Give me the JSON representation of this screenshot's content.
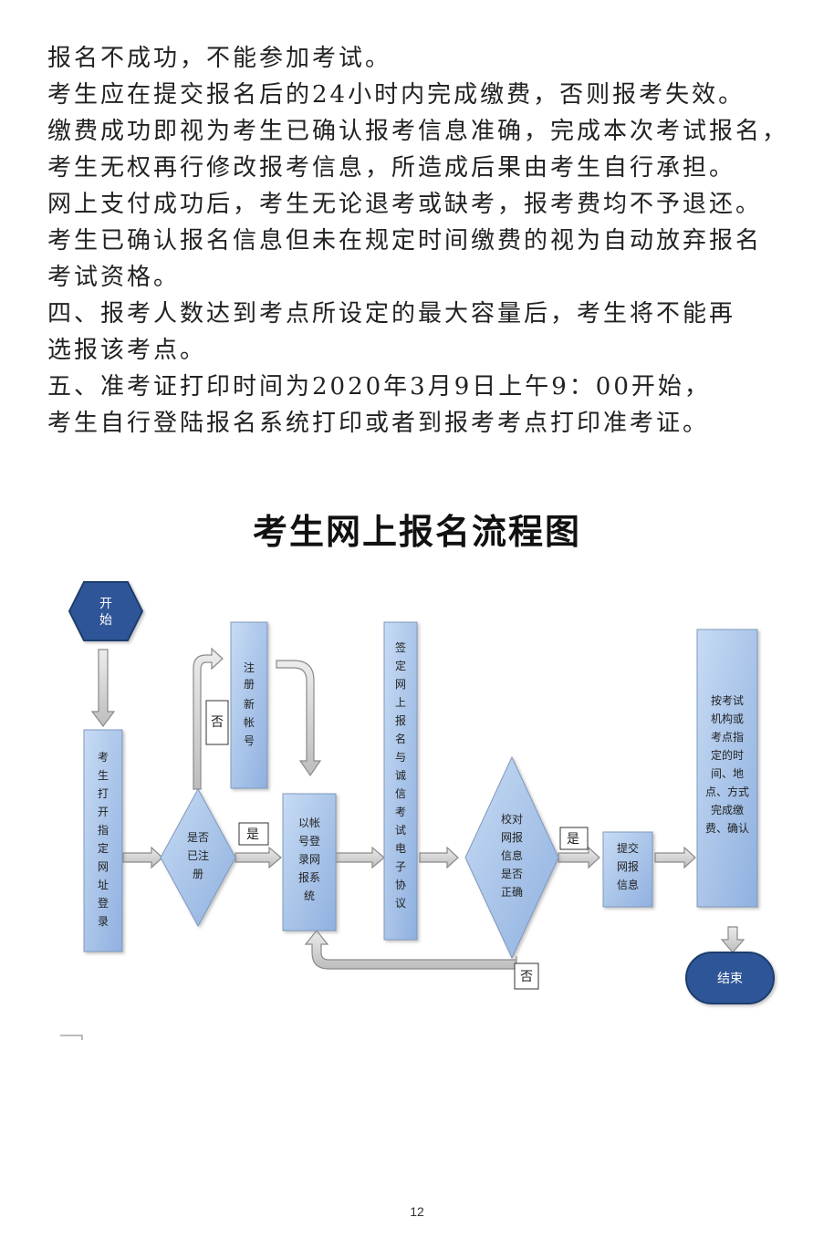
{
  "doc": {
    "lines": [
      {
        "text": "报名不成功，不能参加考试。"
      },
      {
        "text": "    考生应在提交报名后的24小时内完成缴费，否则报考失效。"
      },
      {
        "text": "缴费成功即视为考生已确认报考信息准确，完成本次考试报名，"
      },
      {
        "text": "考生无权再行修改报考信息，所造成后果由考生自行承担。"
      },
      {
        "text": "    网上支付成功后，考生无论退考或缺考，报考费均不予退还。"
      },
      {
        "text": "考生已确认报名信息但未在规定时间缴费的视为自动放弃报名"
      },
      {
        "text": "考试资格。"
      },
      {
        "text": "    四、报考人数达到考点所设定的最大容量后，考生将不能再"
      },
      {
        "text": "选报该考点。"
      },
      {
        "text": "    五、准考证打印时间为2020年3月9日上午9：00开始，"
      },
      {
        "text": "考生自行登陆报名系统打印或者到报考考点打印准考证。"
      }
    ]
  },
  "flowchart": {
    "title": "考生网上报名流程图",
    "start": [
      "开",
      "始"
    ],
    "open_site": [
      "考",
      "生",
      "打",
      "开",
      "指",
      "定",
      "网",
      "址",
      "登",
      "录"
    ],
    "is_registered": [
      "是否",
      "已注",
      "册"
    ],
    "register": [
      "注",
      "册",
      "新",
      "帐",
      "号"
    ],
    "login": [
      "以帐",
      "号登",
      "录网",
      "报系",
      "统"
    ],
    "agreement": [
      "签",
      "定",
      "网",
      "上",
      "报",
      "名",
      "与",
      "诚",
      "信",
      "考",
      "试",
      "电",
      "子",
      "协",
      "议"
    ],
    "check_info": [
      "校对",
      "网报",
      "信息",
      "是否",
      "正确"
    ],
    "submit": [
      "提交",
      "网报",
      "信息"
    ],
    "pay": [
      "按考试",
      "机构或",
      "考点指",
      "定的时",
      "间、地",
      "点、方式",
      "完成缴",
      "费、确认"
    ],
    "end": "结束",
    "label_yes": "是",
    "label_no": "否"
  },
  "page_number": "12",
  "colors": {
    "node_fill": "#a9c5ea",
    "node_stroke": "#7f99bd",
    "terminal_fill": "#2f5597",
    "arrow_fill": "#d4d4d4",
    "arrow_stroke": "#8a8a8a"
  }
}
